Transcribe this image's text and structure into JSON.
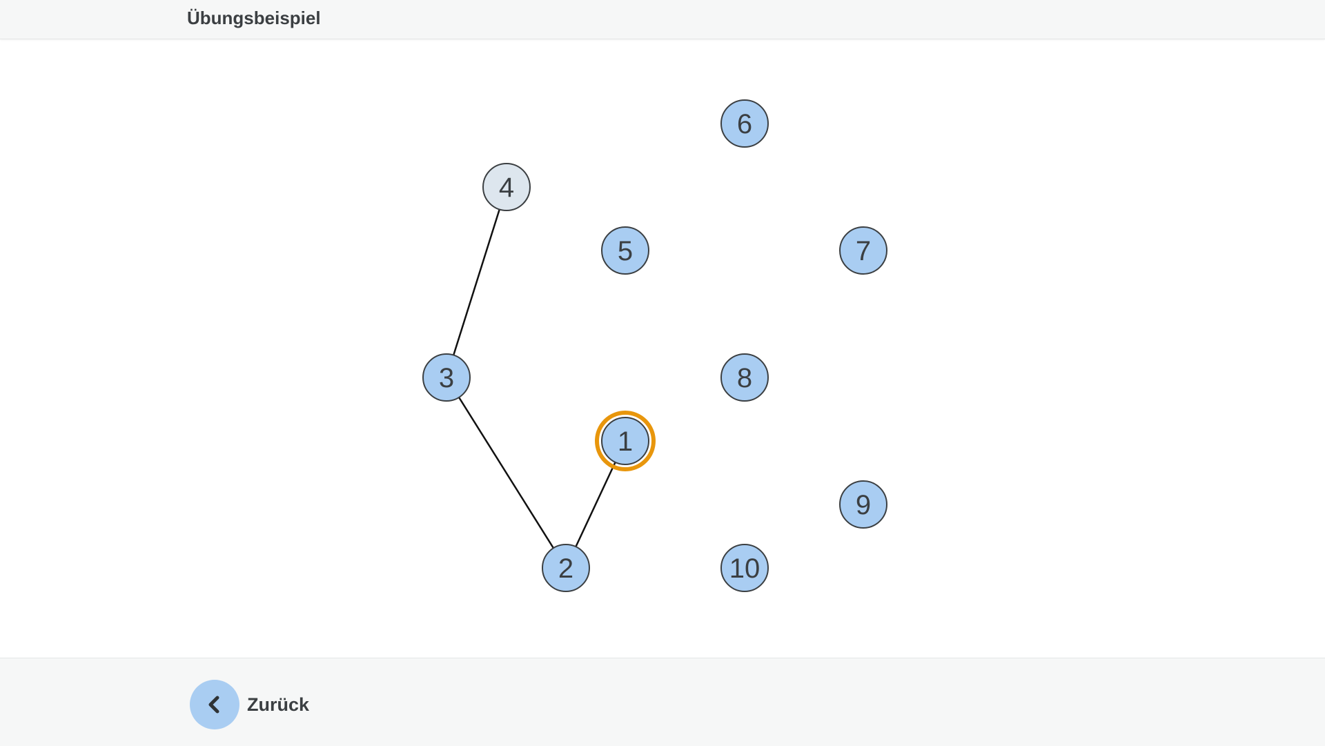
{
  "header": {
    "title": "Übungsbeispiel"
  },
  "graph": {
    "colors": {
      "node_fill": "#a9cdf2",
      "node_fill_visited": "#dde6ee",
      "node_stroke": "#3b3f42",
      "edge": "#111111",
      "highlight": "#e8960c"
    },
    "nodes": [
      {
        "id": "1",
        "label": "1",
        "highlighted": true
      },
      {
        "id": "2",
        "label": "2"
      },
      {
        "id": "3",
        "label": "3"
      },
      {
        "id": "4",
        "label": "4",
        "visited": true
      },
      {
        "id": "5",
        "label": "5"
      },
      {
        "id": "6",
        "label": "6"
      },
      {
        "id": "7",
        "label": "7"
      },
      {
        "id": "8",
        "label": "8"
      },
      {
        "id": "9",
        "label": "9"
      },
      {
        "id": "10",
        "label": "10"
      }
    ],
    "edges": [
      {
        "from": "1",
        "to": "2"
      },
      {
        "from": "2",
        "to": "3"
      },
      {
        "from": "3",
        "to": "4"
      }
    ]
  },
  "footer": {
    "back_label": "Zurück",
    "back_icon": "chevron-left-icon"
  }
}
